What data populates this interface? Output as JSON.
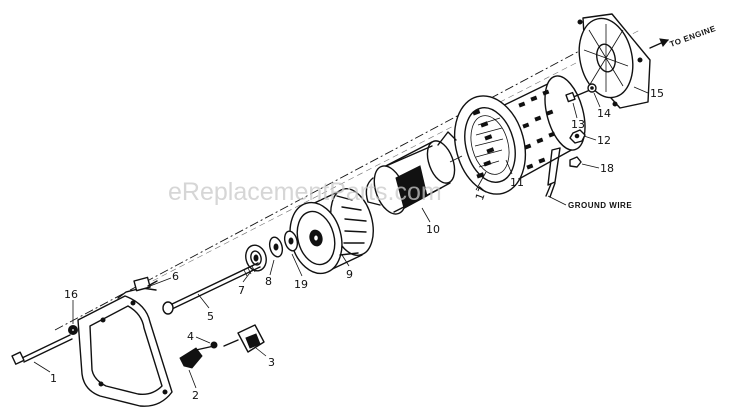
{
  "watermark": "eReplacementParts.com",
  "annotations": {
    "to_engine": "TO ENGINE",
    "ground_wire": "GROUND WIRE"
  },
  "callouts": [
    {
      "id": "1",
      "label": "1"
    },
    {
      "id": "2",
      "label": "2"
    },
    {
      "id": "3",
      "label": "3"
    },
    {
      "id": "4",
      "label": "4"
    },
    {
      "id": "5",
      "label": "5"
    },
    {
      "id": "6",
      "label": "6"
    },
    {
      "id": "7",
      "label": "7"
    },
    {
      "id": "8",
      "label": "8"
    },
    {
      "id": "9",
      "label": "9"
    },
    {
      "id": "10",
      "label": "10"
    },
    {
      "id": "11",
      "label": "11"
    },
    {
      "id": "12",
      "label": "12"
    },
    {
      "id": "13",
      "label": "13"
    },
    {
      "id": "14",
      "label": "14"
    },
    {
      "id": "15",
      "label": "15"
    },
    {
      "id": "16",
      "label": "16"
    },
    {
      "id": "17",
      "label": "17"
    },
    {
      "id": "18",
      "label": "18"
    },
    {
      "id": "19",
      "label": "19"
    }
  ]
}
